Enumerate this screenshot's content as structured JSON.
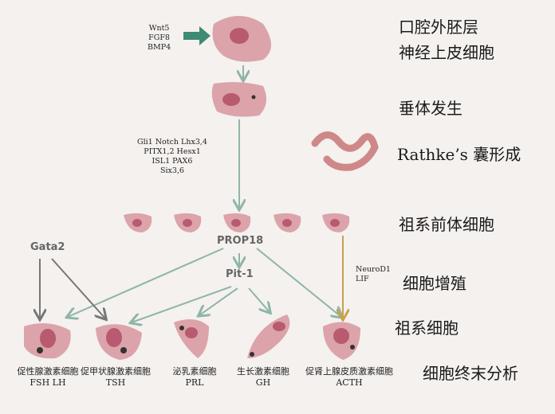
{
  "signals_top": [
    "Wnt5",
    "FGF8",
    "BMP4"
  ],
  "signals_mid": [
    "Gli1 Notch Lhx3,4",
    "PITX1,2   Hesx1",
    "ISL1   PAX6",
    "Six3,6"
  ],
  "stages": {
    "ectoderm": "口腔外胚层",
    "neuroepithelium": "神经上皮细胞",
    "pituitary_genesis": "垂体发生",
    "rathke": "Rathke’s 囊形成",
    "precursor": "祖系前体细胞",
    "proliferation": "细胞增殖",
    "progenitor": "祖系细胞",
    "terminal": "细胞终末分析"
  },
  "factors": {
    "prop18": "PROP18",
    "pit1": "Pit-1",
    "gata2": "Gata2",
    "neurod1": "NeuroD1",
    "lif": "LIF"
  },
  "cell_types": [
    {
      "name": "促性腺激素细胞",
      "abbr": "FSH LH"
    },
    {
      "name": "促甲状腺激素细胞",
      "abbr": "TSH"
    },
    {
      "name": "泌乳素细胞",
      "abbr": "PRL"
    },
    {
      "name": "生长激素细胞",
      "abbr": "GH"
    },
    {
      "name": "促肾上腺皮质激素细胞",
      "abbr": "ACTH"
    }
  ],
  "colors": {
    "cell": "#dca3aa",
    "nucleus": "#b85a70",
    "green_arrow": "#8fb5a8",
    "gray_arrow": "#777777",
    "gold_arrow": "#c9a24a",
    "thick_arrow": "#3f8a72"
  }
}
